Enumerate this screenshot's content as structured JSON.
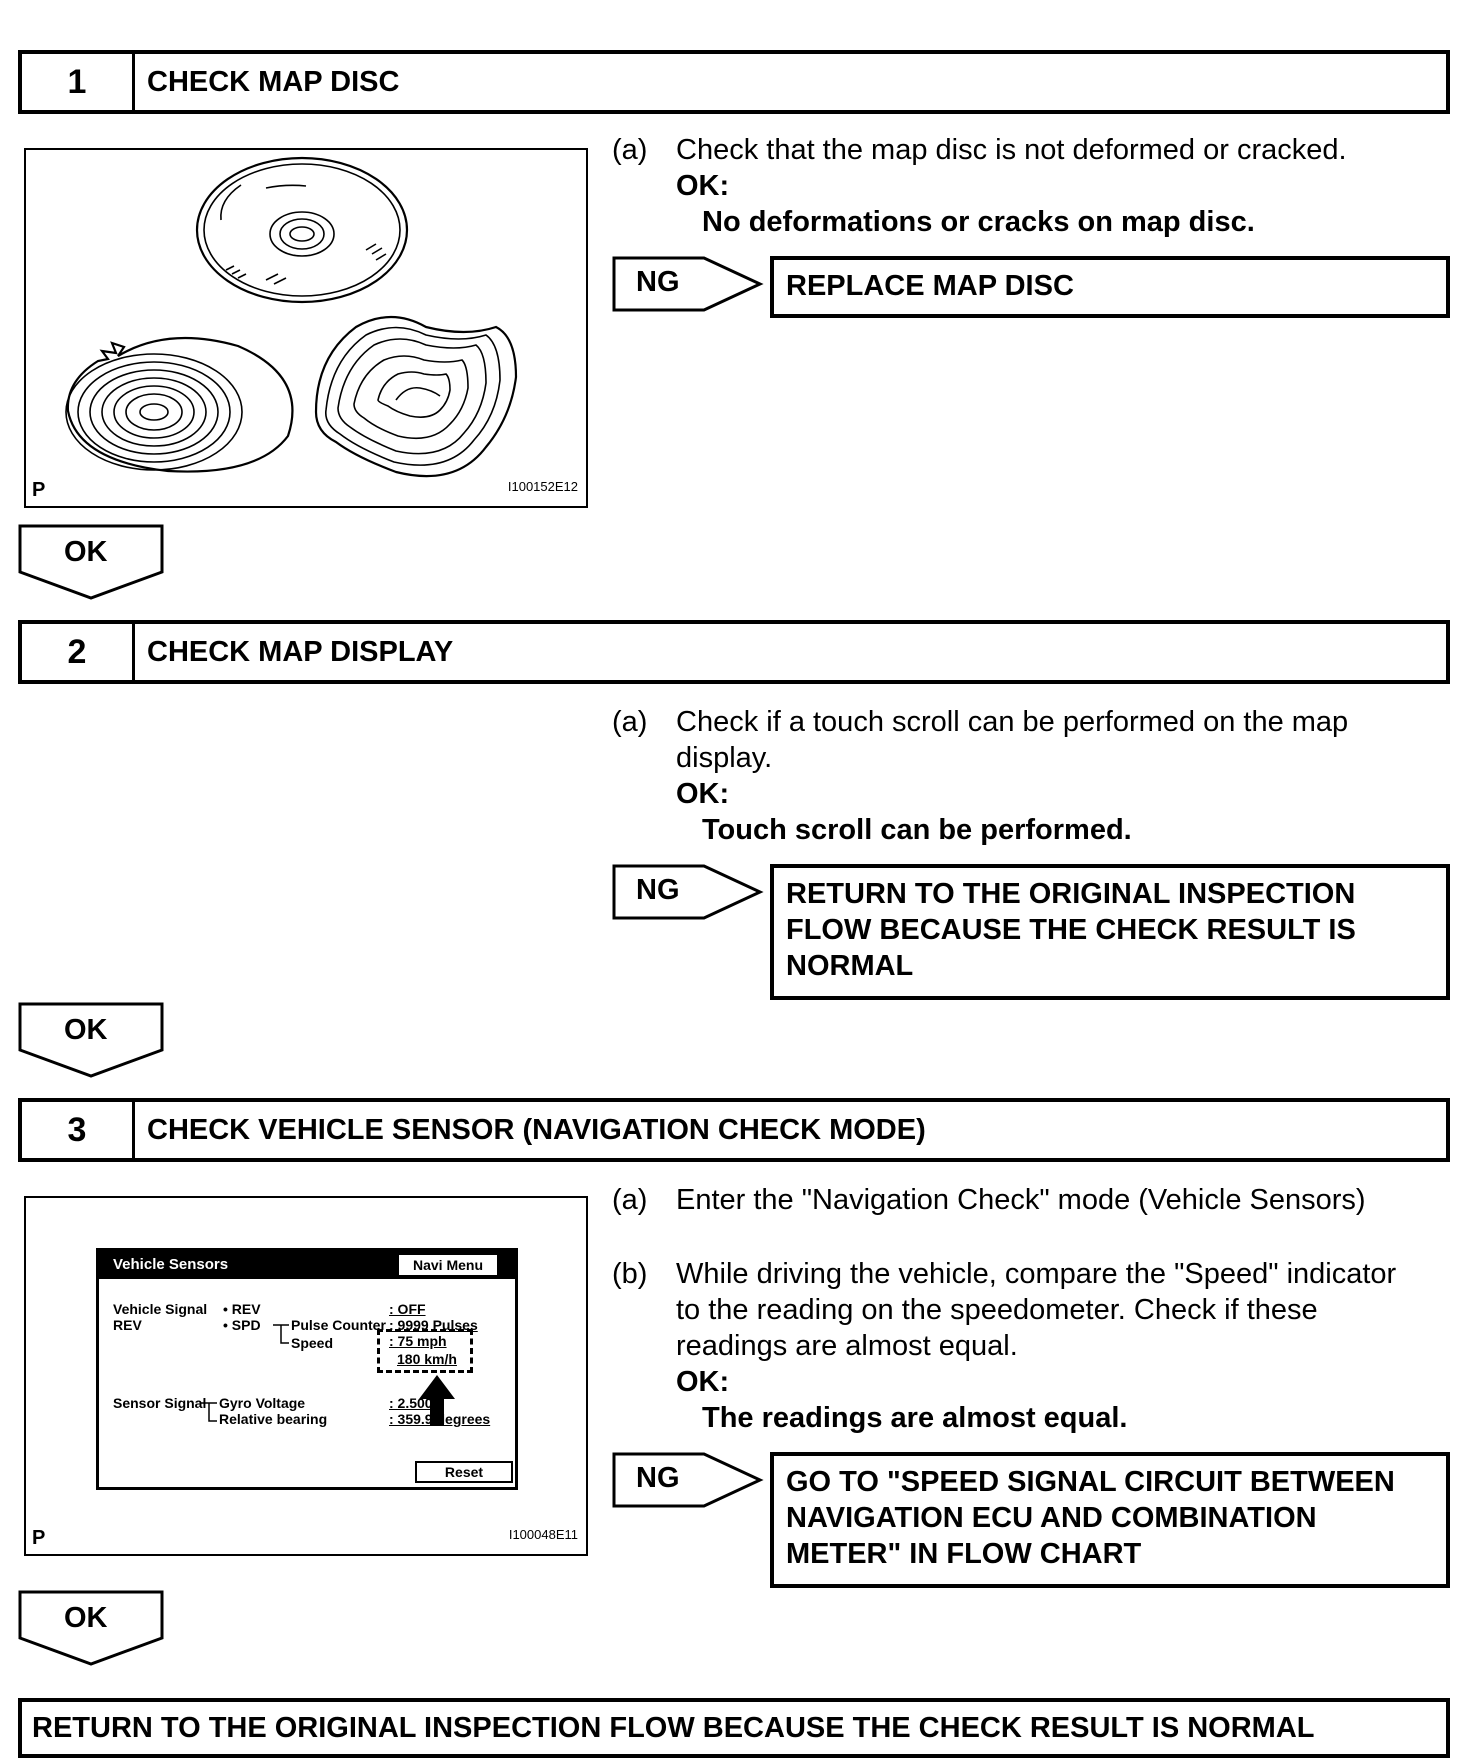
{
  "steps": [
    {
      "number": "1",
      "title": "CHECK MAP DISC",
      "figure": {
        "mark": "P",
        "code": "I100152E12"
      },
      "instructions": [
        {
          "label": "(a)",
          "lines": [
            "Check that the map disc is not deformed or cracked."
          ]
        }
      ],
      "ok_label": "OK:",
      "ok_criteria": "No deformations or cracks on map disc.",
      "ng_label": "NG",
      "ng_action": [
        "REPLACE MAP DISC"
      ],
      "ok_arrow_label": "OK"
    },
    {
      "number": "2",
      "title": "CHECK MAP DISPLAY",
      "instructions": [
        {
          "label": "(a)",
          "lines": [
            "Check if a touch scroll can be performed on the map",
            "display."
          ]
        }
      ],
      "ok_label": "OK:",
      "ok_criteria": "Touch scroll can be performed.",
      "ng_label": "NG",
      "ng_action": [
        "RETURN TO THE ORIGINAL INSPECTION",
        "FLOW BECAUSE THE CHECK RESULT IS",
        "NORMAL"
      ],
      "ok_arrow_label": "OK"
    },
    {
      "number": "3",
      "title": "CHECK VEHICLE SENSOR (NAVIGATION CHECK MODE)",
      "figure": {
        "mark": "P",
        "code": "I100048E11"
      },
      "instructions": [
        {
          "label": "(a)",
          "lines": [
            "Enter the \"Navigation Check\" mode (Vehicle Sensors)"
          ]
        },
        {
          "label": "(b)",
          "lines": [
            "While driving the vehicle, compare the \"Speed\" indicator",
            "to the reading on the speedometer. Check if these",
            "readings are almost equal."
          ]
        }
      ],
      "ok_label": "OK:",
      "ok_criteria": "The readings are almost equal.",
      "ng_label": "NG",
      "ng_action": [
        "GO TO \"SPEED SIGNAL CIRCUIT BETWEEN",
        "NAVIGATION ECU AND COMBINATION",
        "METER\" IN FLOW CHART"
      ],
      "ok_arrow_label": "OK"
    }
  ],
  "vehicle_sensors_screen": {
    "title": "Vehicle Sensors",
    "navi_menu": "Navi Menu",
    "vehicle_signal": "Vehicle Signal",
    "rev_group": "REV",
    "rev_item": "• REV",
    "spd_item": "• SPD",
    "pulse_counter": "Pulse Counter",
    "speed": "Speed",
    "rev_value": ": OFF",
    "pulse_value": ": 9999 Pulses",
    "mph_value": ": 75 mph",
    "kmh_value": "180 km/h",
    "sensor_signal": "Sensor Signal",
    "gyro_voltage": "Gyro Voltage",
    "relative_bearing": "Relative bearing",
    "gyro_value": ": 2.500",
    "bearing_value": ": 359.9 degrees",
    "reset": "Reset"
  },
  "final_result": "RETURN TO THE ORIGINAL INSPECTION FLOW BECAUSE THE CHECK RESULT IS NORMAL"
}
